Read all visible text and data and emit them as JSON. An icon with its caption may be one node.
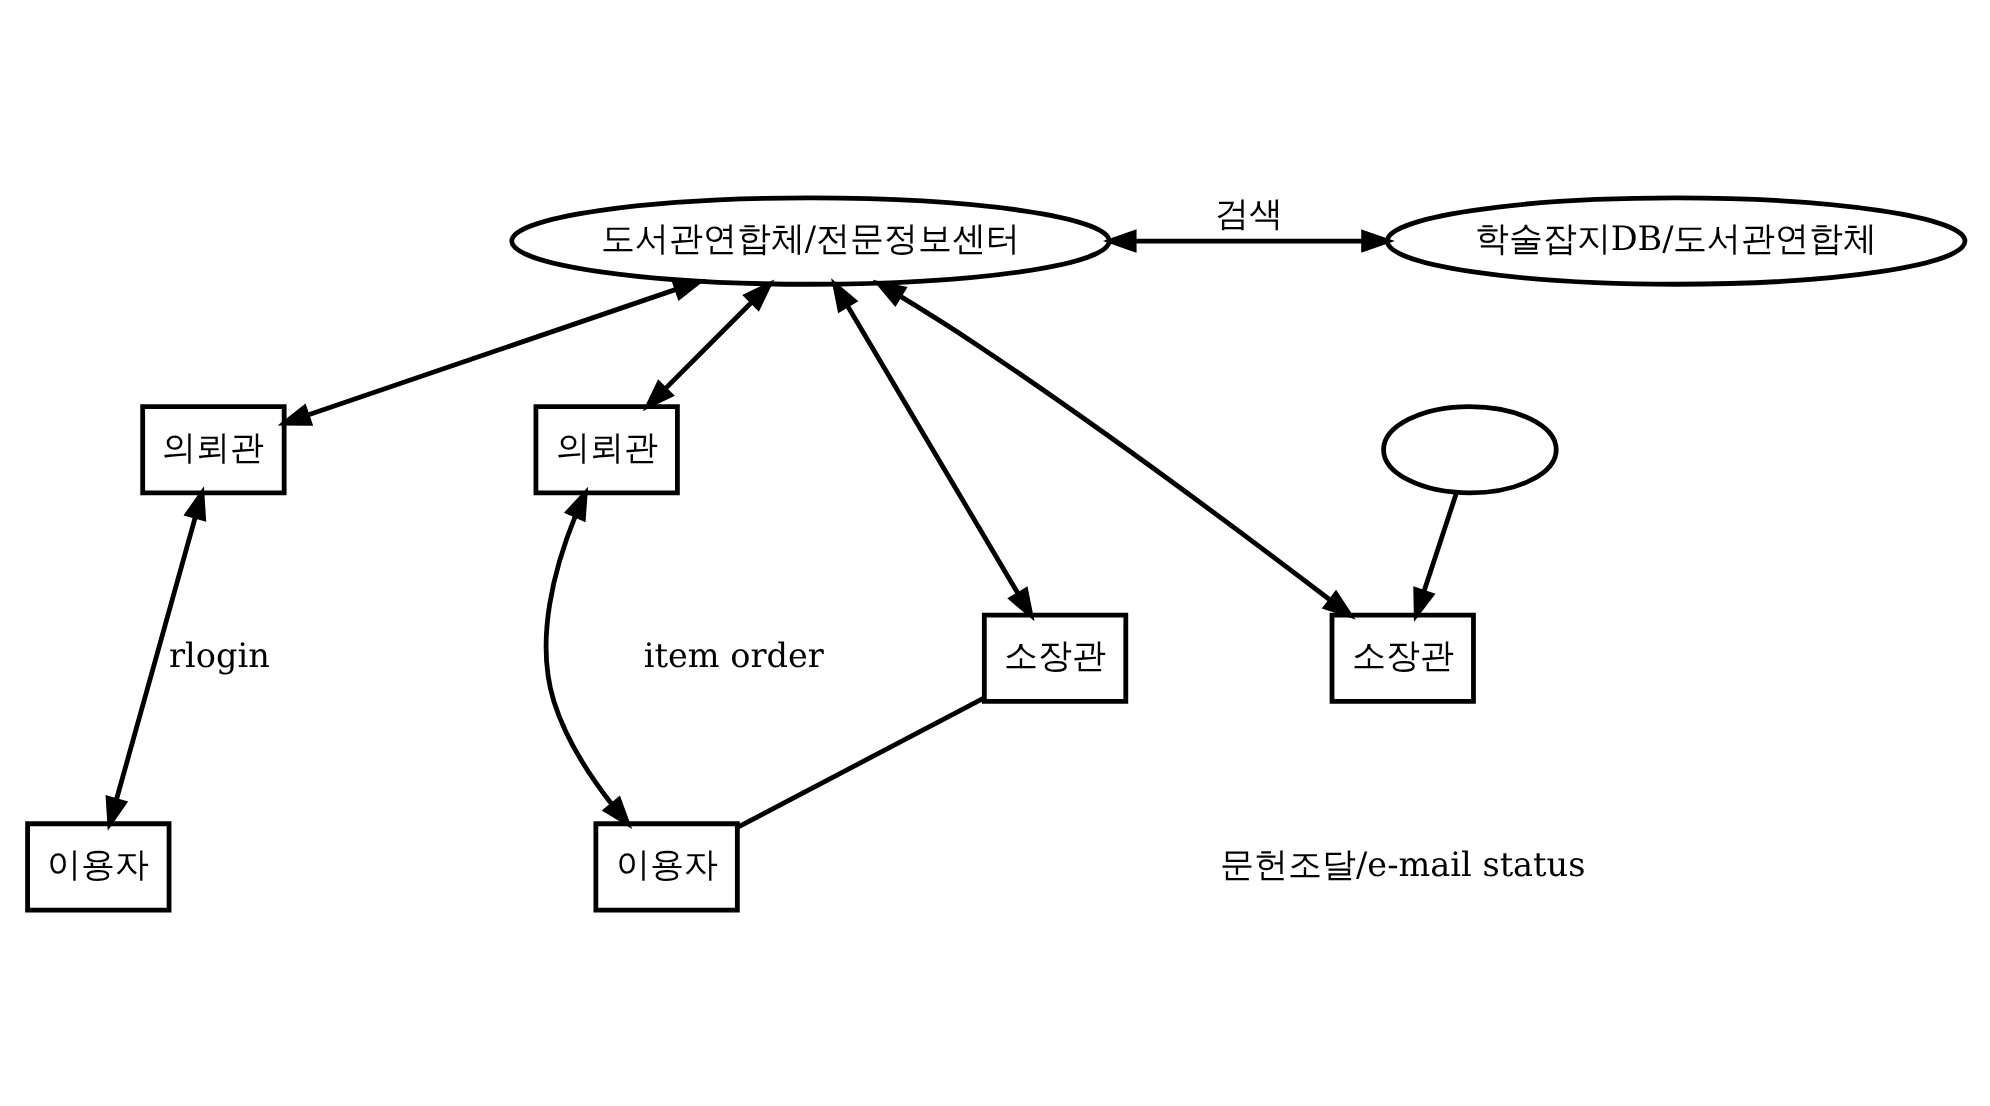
{
  "diagram": {
    "nodes": [
      {
        "text": [
          "도서관연합체/전문정보센터"
        ]
      },
      {
        "text": [
          "학술잡지DB/도서관연합체"
        ]
      },
      {
        "text": [
          "의뢰관"
        ]
      },
      {
        "text": [
          "의뢰관"
        ]
      },
      {
        "text": [
          "소장관"
        ]
      },
      {
        "text": [],
        "shape": "ellipse"
      },
      {
        "text": [
          "소장관"
        ]
      },
      {
        "text": [
          "이용자"
        ]
      },
      {
        "text": [
          "이용자"
        ]
      }
    ],
    "edges": [
      {
        "from": 0,
        "to": 1,
        "arrow": "both",
        "label": "검색"
      },
      {
        "from": 0,
        "to": 2,
        "arrow": "both"
      },
      {
        "from": 0,
        "to": 3,
        "arrow": "both"
      },
      {
        "from": 0,
        "to": 4,
        "arrow": "both"
      },
      {
        "from": 0,
        "to": 6,
        "arrow": "both"
      },
      {
        "from": 5,
        "to": 6,
        "arrow": "to"
      },
      {
        "from": 2,
        "to": 7,
        "arrow": "both",
        "label": "rlogin"
      },
      {
        "from": 3,
        "to": 8,
        "arrow": "both"
      },
      {
        "from": 4,
        "to": 8,
        "arrow": "none"
      }
    ],
    "labels": [
      "item order",
      "문헌조달/e-mail status"
    ]
  }
}
